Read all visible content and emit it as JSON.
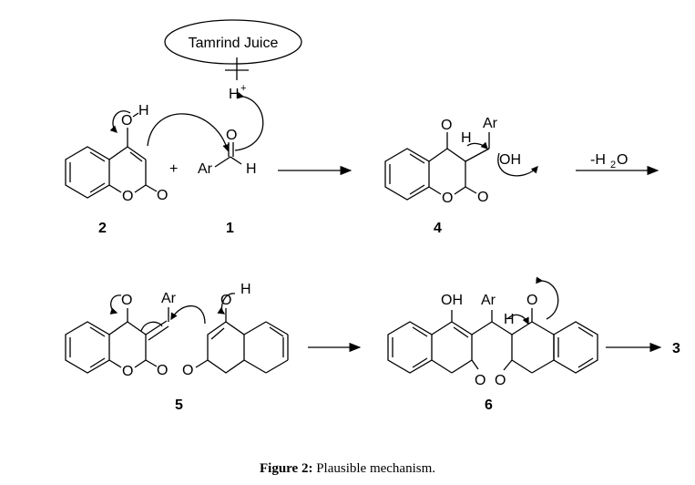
{
  "catalyst": {
    "label": "Tamrind Juice",
    "proton": "H",
    "proton_charge": "+"
  },
  "step1": {
    "reactant_a": {
      "number": "2",
      "atoms": {
        "o_hydroxyl": "O",
        "h": "H",
        "o_ring": "O",
        "o_carbonyl": "O"
      }
    },
    "plus": "+",
    "reactant_b": {
      "number": "1",
      "atoms": {
        "ar": "Ar",
        "o": "O",
        "h": "H"
      }
    }
  },
  "intermediate4": {
    "number": "4",
    "atoms": {
      "o_top": "O",
      "h": "H",
      "ar": "Ar",
      "oh": "OH",
      "o_ring": "O",
      "o_carbonyl": "O"
    }
  },
  "arrow_dehydration": {
    "label_prefix": "-H",
    "subscript": "2",
    "label_suffix": "O"
  },
  "intermediate5": {
    "number": "5",
    "atoms": {
      "o_top": "O",
      "ar": "Ar",
      "o_ring": "O",
      "o_carbonyl": "O",
      "o_naph": "O",
      "o_hydroxyl": "O",
      "h": "H"
    }
  },
  "intermediate6": {
    "number": "6",
    "atoms": {
      "oh": "OH",
      "ar": "Ar",
      "h": "H",
      "o_top": "O",
      "o_left": "O",
      "o_right": "O"
    }
  },
  "product": {
    "number": "3"
  },
  "caption": {
    "bold": "Figure 2:",
    "text": " Plausible mechanism."
  }
}
